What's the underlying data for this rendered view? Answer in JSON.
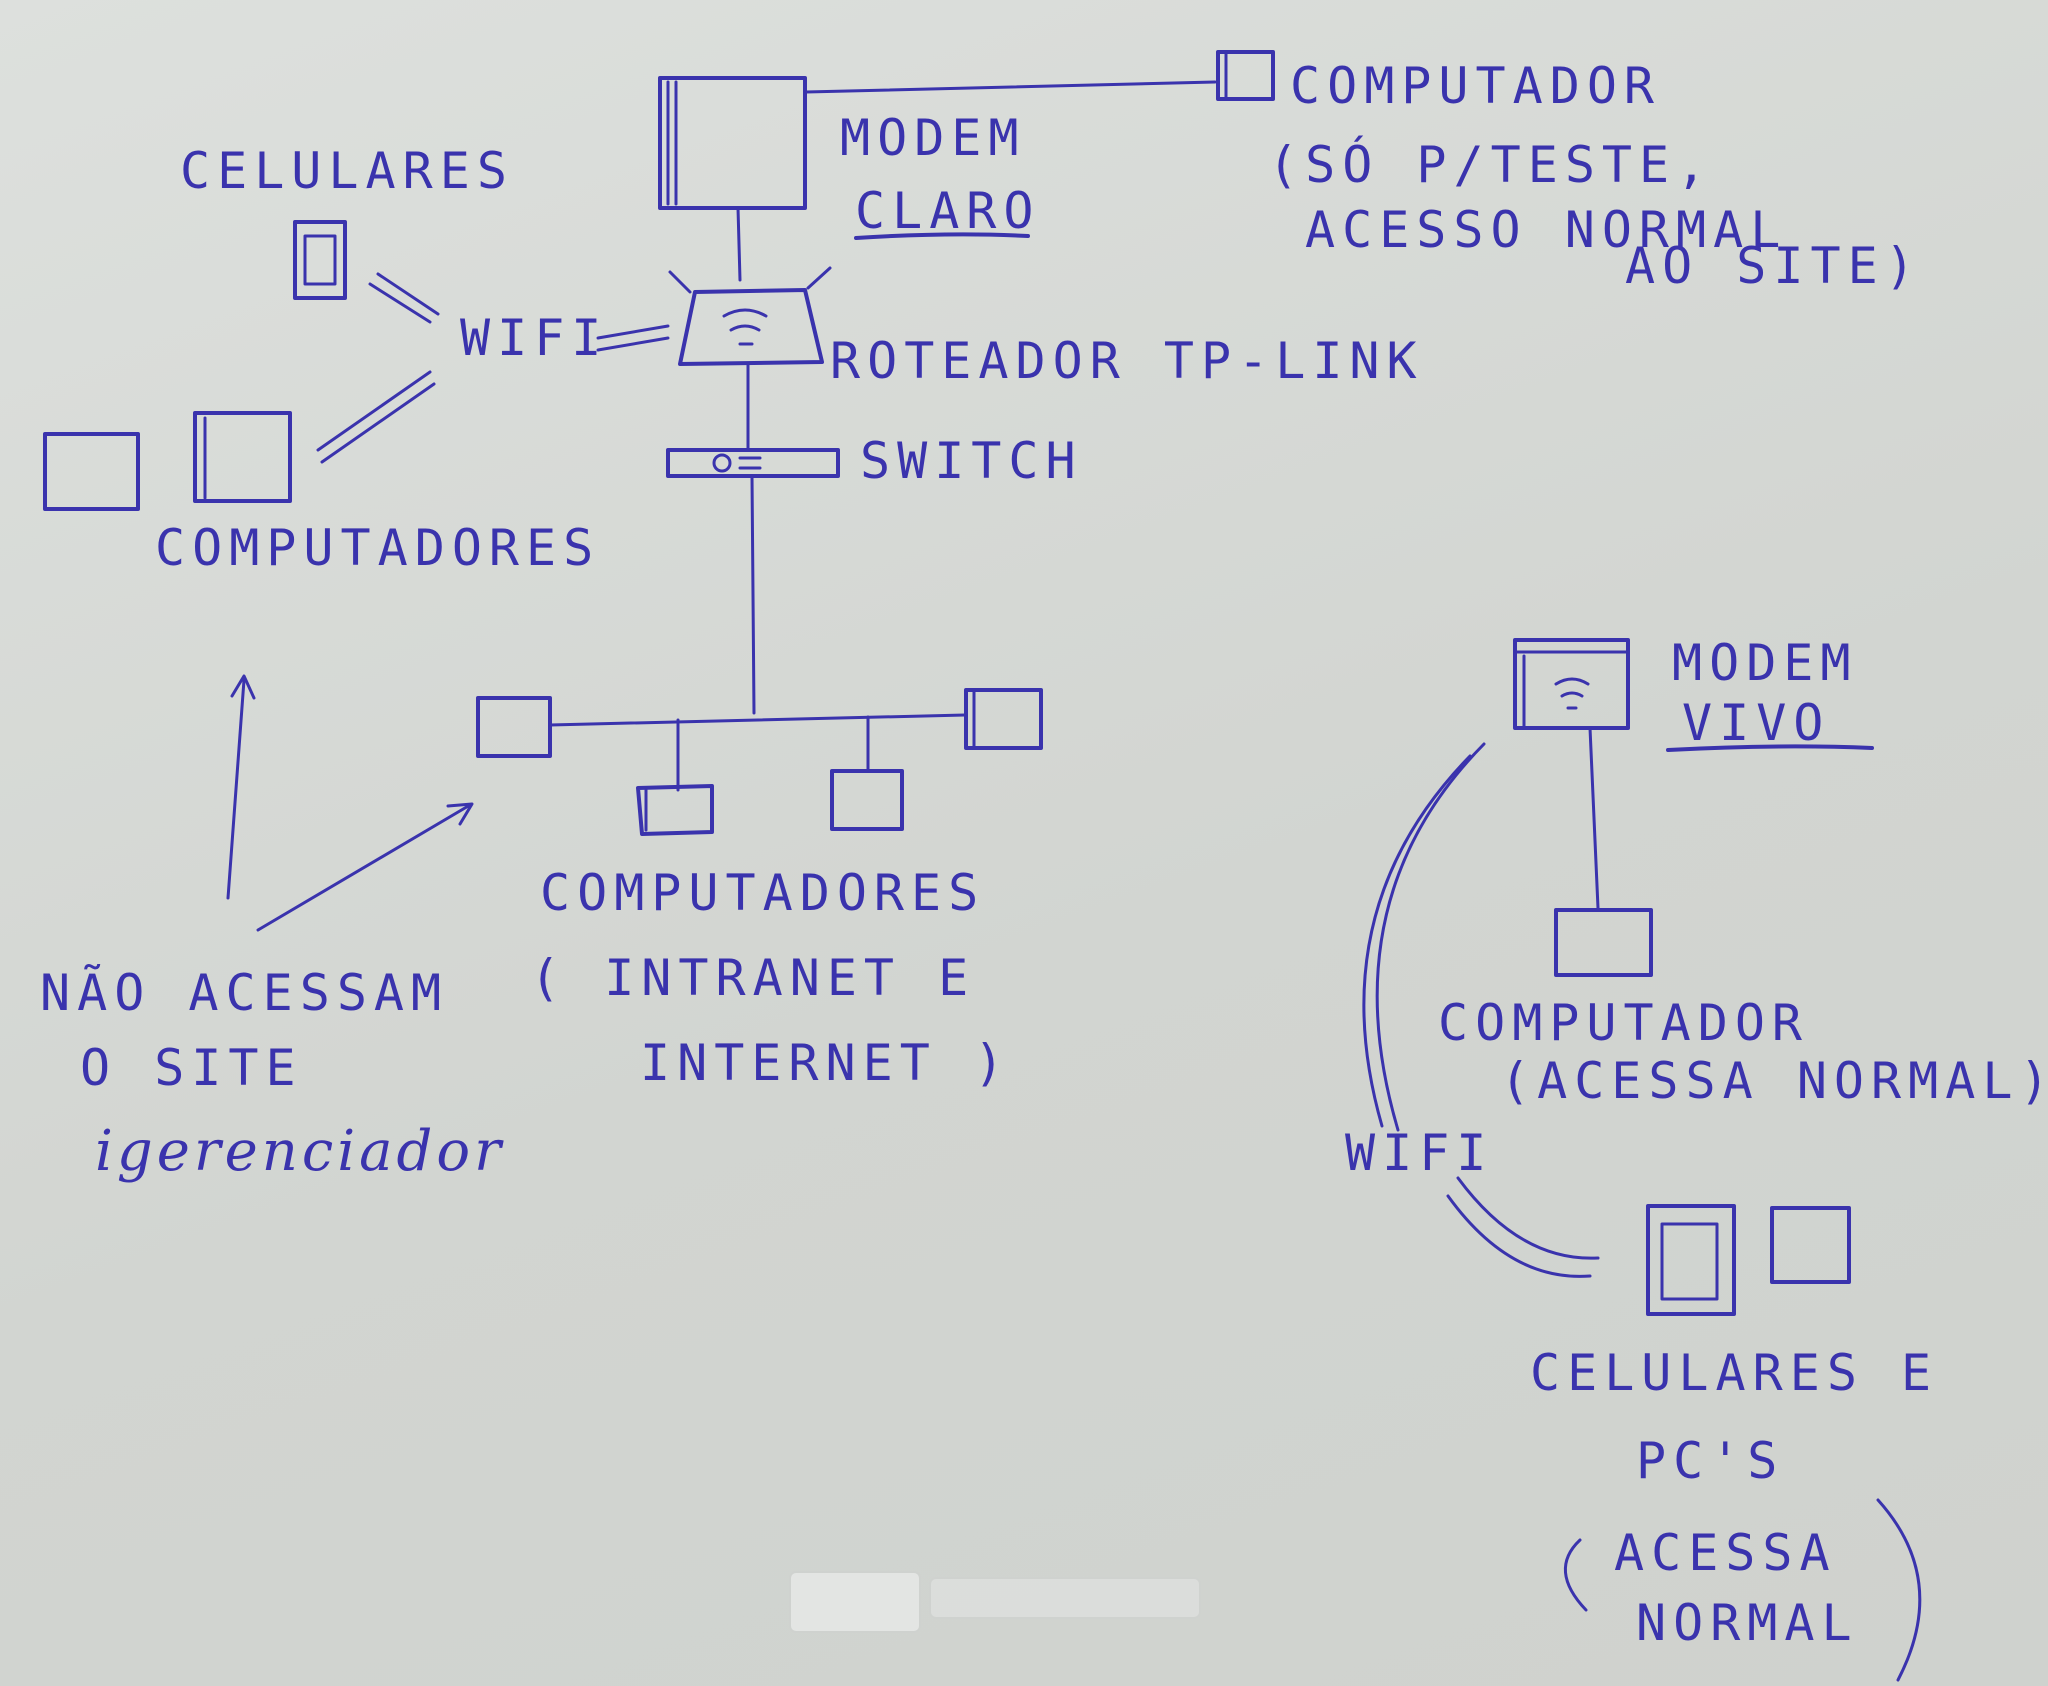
{
  "labels": {
    "modem_claro_l1": "MODEM",
    "modem_claro_l2": "CLARO",
    "computador_top_l1": "COMPUTADOR",
    "computador_top_l2": "(SÓ P/TESTE,",
    "computador_top_l3": "ACESSO NORMAL",
    "computador_top_l4": "AO SITE)",
    "celulares_top": "CELULARES",
    "wifi_top": "WIFI",
    "roteador": "ROTEADOR TP-LINK",
    "switch": "SWITCH",
    "computadores_left": "COMPUTADORES",
    "computadores_mid_l1": "COMPUTADORES",
    "computadores_mid_l2": "( INTRANET E",
    "computadores_mid_l3": "INTERNET )",
    "nao_acessam_l1": "NÃO ACESSAM",
    "nao_acessam_l2": "O SITE",
    "nao_acessam_l3": "igerenciador",
    "modem_vivo_l1": "MODEM",
    "modem_vivo_l2": "VIVO",
    "computador_vivo_l1": "COMPUTADOR",
    "computador_vivo_l2": "(ACESSA NORMAL)",
    "wifi_vivo": "WIFI",
    "celulares_pcs_l1": "CELULARES E",
    "celulares_pcs_l2": "PC'S",
    "celulares_pcs_l3": "ACESSA",
    "celulares_pcs_l4": "NORMAL"
  },
  "colors": {
    "ink": "#3a33ad",
    "paper": "#d6d9d5"
  }
}
